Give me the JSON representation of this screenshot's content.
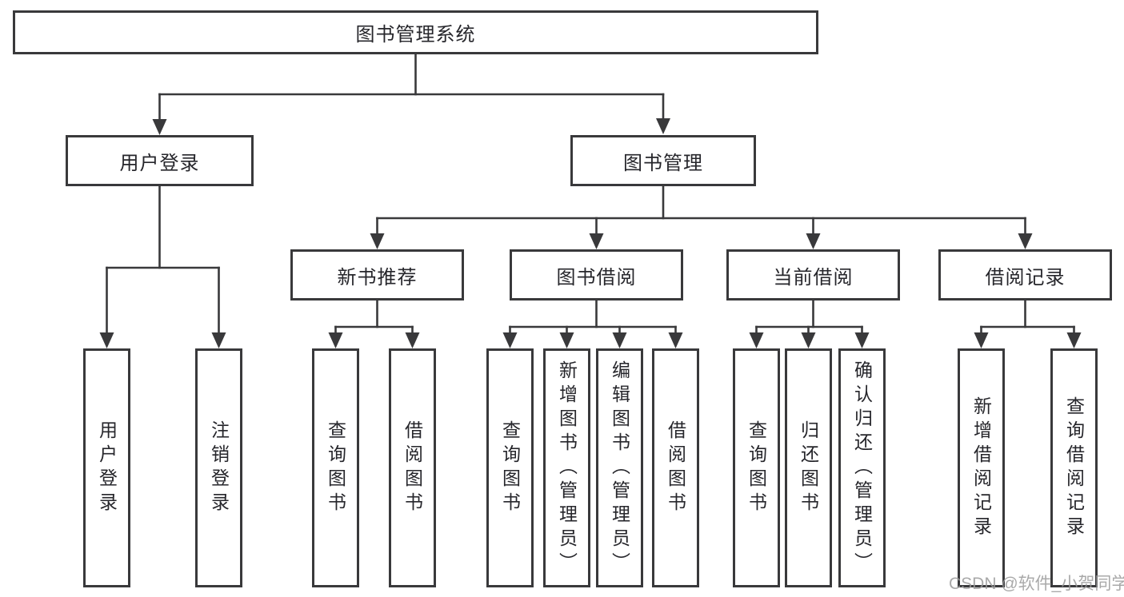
{
  "tree": {
    "root": {
      "label": "图书管理系统",
      "children": [
        {
          "label": "用户登录",
          "children": [
            {
              "label": "用户登录"
            },
            {
              "label": "注销登录"
            }
          ]
        },
        {
          "label": "图书管理",
          "children": [
            {
              "label": "新书推荐",
              "children": [
                {
                  "label": "查询图书"
                },
                {
                  "label": "借阅图书"
                }
              ]
            },
            {
              "label": "图书借阅",
              "children": [
                {
                  "label": "查询图书"
                },
                {
                  "label": "新增图书（管理员）"
                },
                {
                  "label": "编辑图书（管理员）"
                },
                {
                  "label": "借阅图书"
                }
              ]
            },
            {
              "label": "当前借阅",
              "children": [
                {
                  "label": "查询图书"
                },
                {
                  "label": "归还图书"
                },
                {
                  "label": "确认归还（管理员）"
                }
              ]
            },
            {
              "label": "借阅记录",
              "children": [
                {
                  "label": "新增借阅记录"
                },
                {
                  "label": "查询借阅记录"
                }
              ]
            }
          ]
        }
      ]
    }
  },
  "watermark": {
    "text": "CSDN @软件_小贺同学"
  },
  "colors": {
    "line": "#39393b",
    "text": "#26262b",
    "background": "#ffffff",
    "watermark": "#9b9b9b"
  }
}
